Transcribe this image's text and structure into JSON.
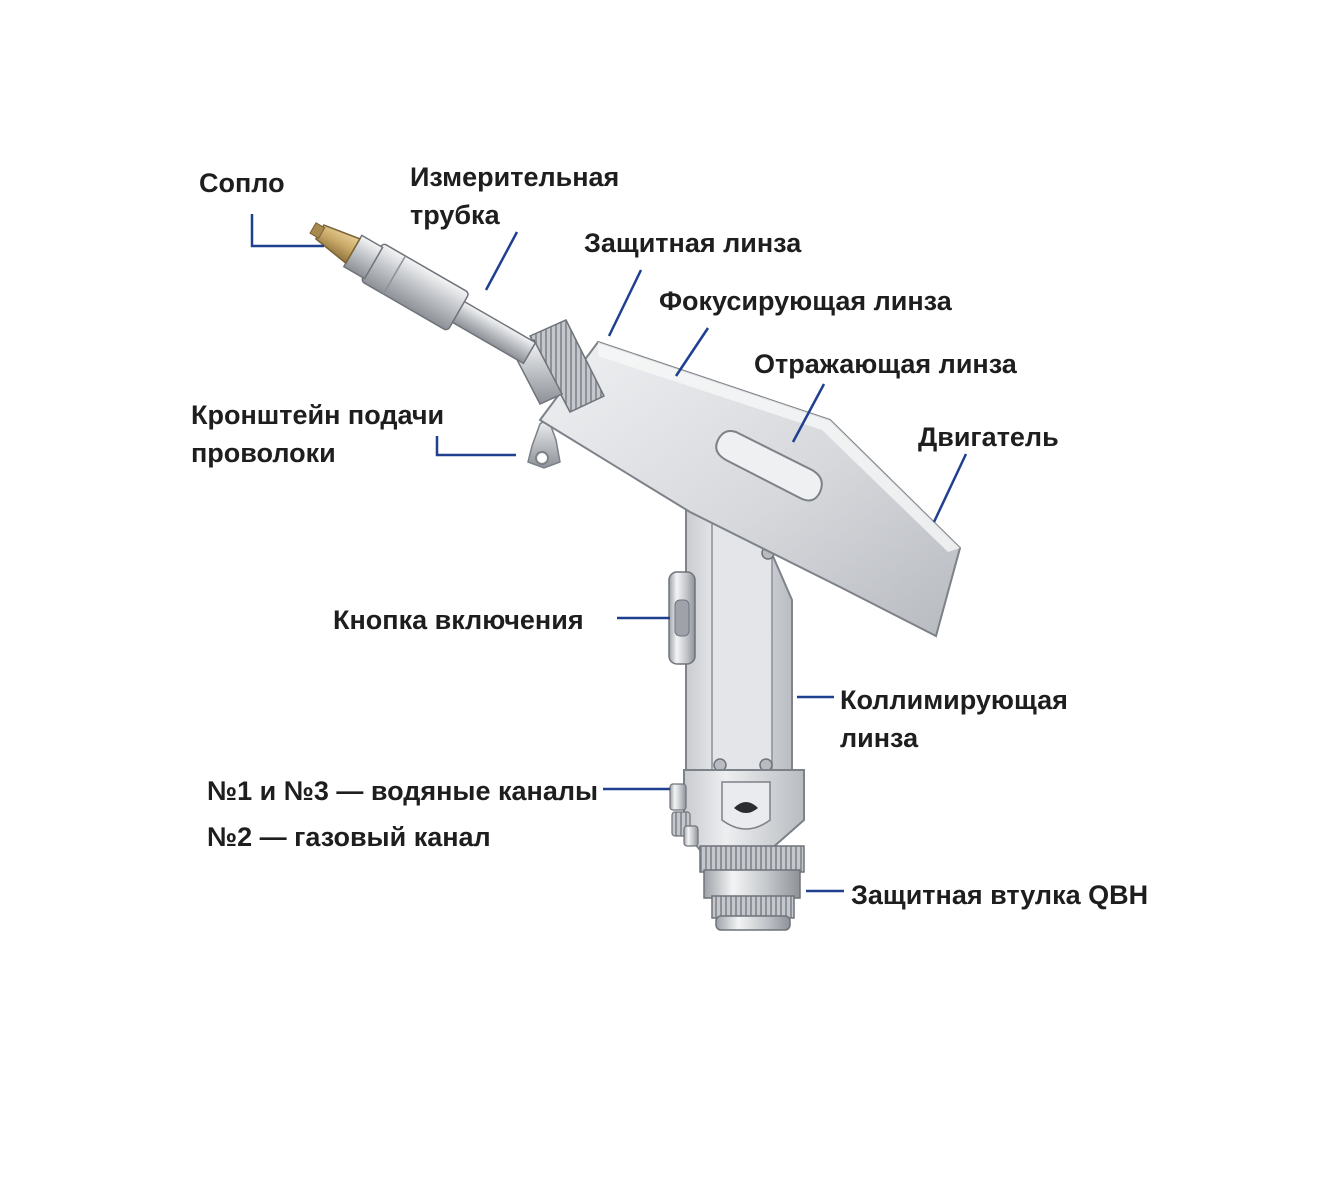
{
  "colors": {
    "leader": "#1f3f8f",
    "text": "#1e1e1e",
    "metal_body": "#d9dadd",
    "metal_edge": "#7d8188",
    "nozzle_brass": "#c9a867"
  },
  "labels": {
    "nozzle": "Сопло",
    "measuring_tube": [
      "Измерительная",
      "трубка"
    ],
    "protective_lens": "Защитная линза",
    "focusing_lens": "Фокусирующая линза",
    "reflecting_lens": "Отражающая линза",
    "motor": "Двигатель",
    "wire_feed_bracket": [
      "Кронштейн подачи",
      "проволоки"
    ],
    "power_button": "Кнопка включения",
    "collimating_lens": [
      "Коллимирующая",
      "линза"
    ],
    "water_channels": "№1 и №3 — водяные каналы",
    "gas_channel": "№2 — газовый канал",
    "qbh_sleeve": "Защитная втулка QBH"
  }
}
